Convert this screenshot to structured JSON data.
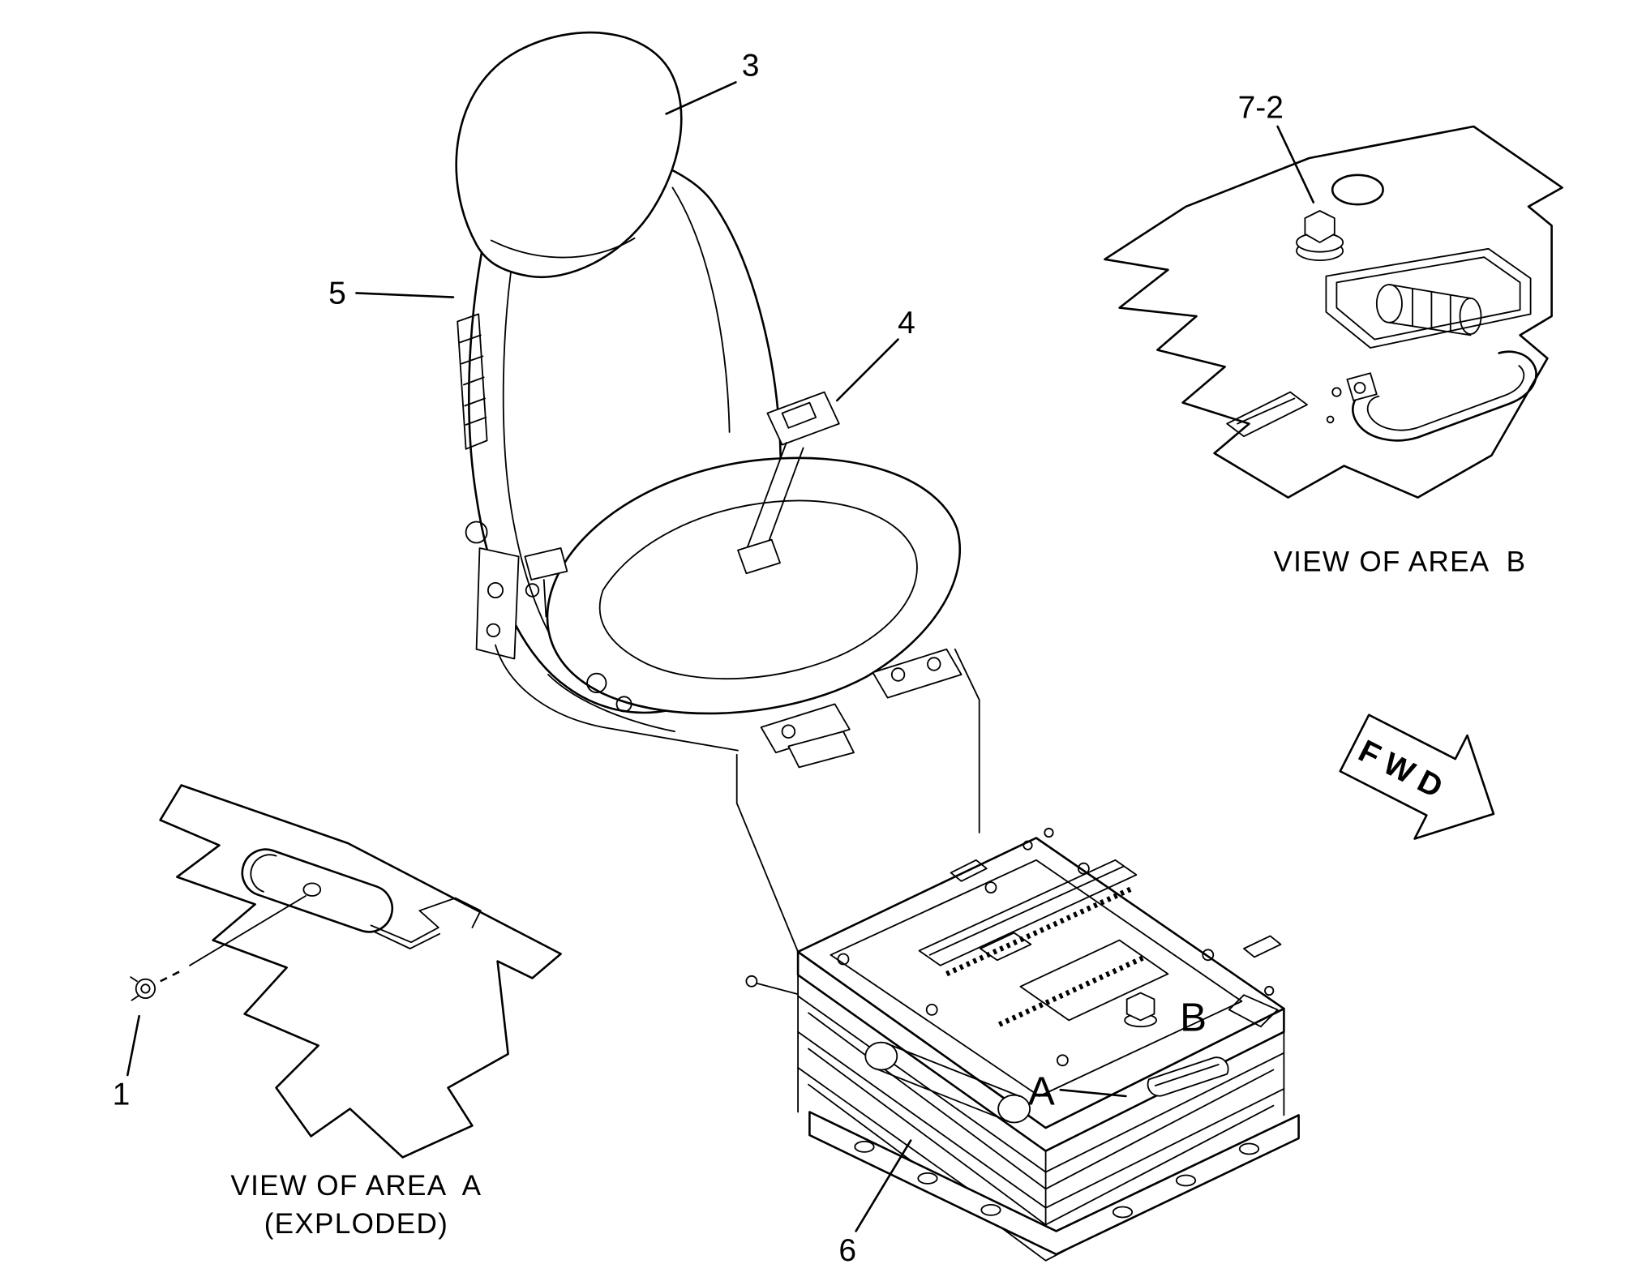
{
  "figure": {
    "type": "exploded-parts-diagram",
    "subject": "suspension seat assembly",
    "colors": {
      "line": "#000000",
      "background": "#ffffff"
    },
    "callouts": {
      "headrest": "3",
      "backrest": "5",
      "seatbelt_buckle": "4",
      "bolt_detail_b": "7-2",
      "bolt_detail_a": "1",
      "suspension_base": "6",
      "area_a": "A",
      "area_b": "B"
    },
    "captions": {
      "view_b": "VIEW OF AREA  B",
      "view_a_line1": "VIEW OF AREA  A",
      "view_a_line2": "(EXPLODED)",
      "fwd": "FWD"
    }
  }
}
